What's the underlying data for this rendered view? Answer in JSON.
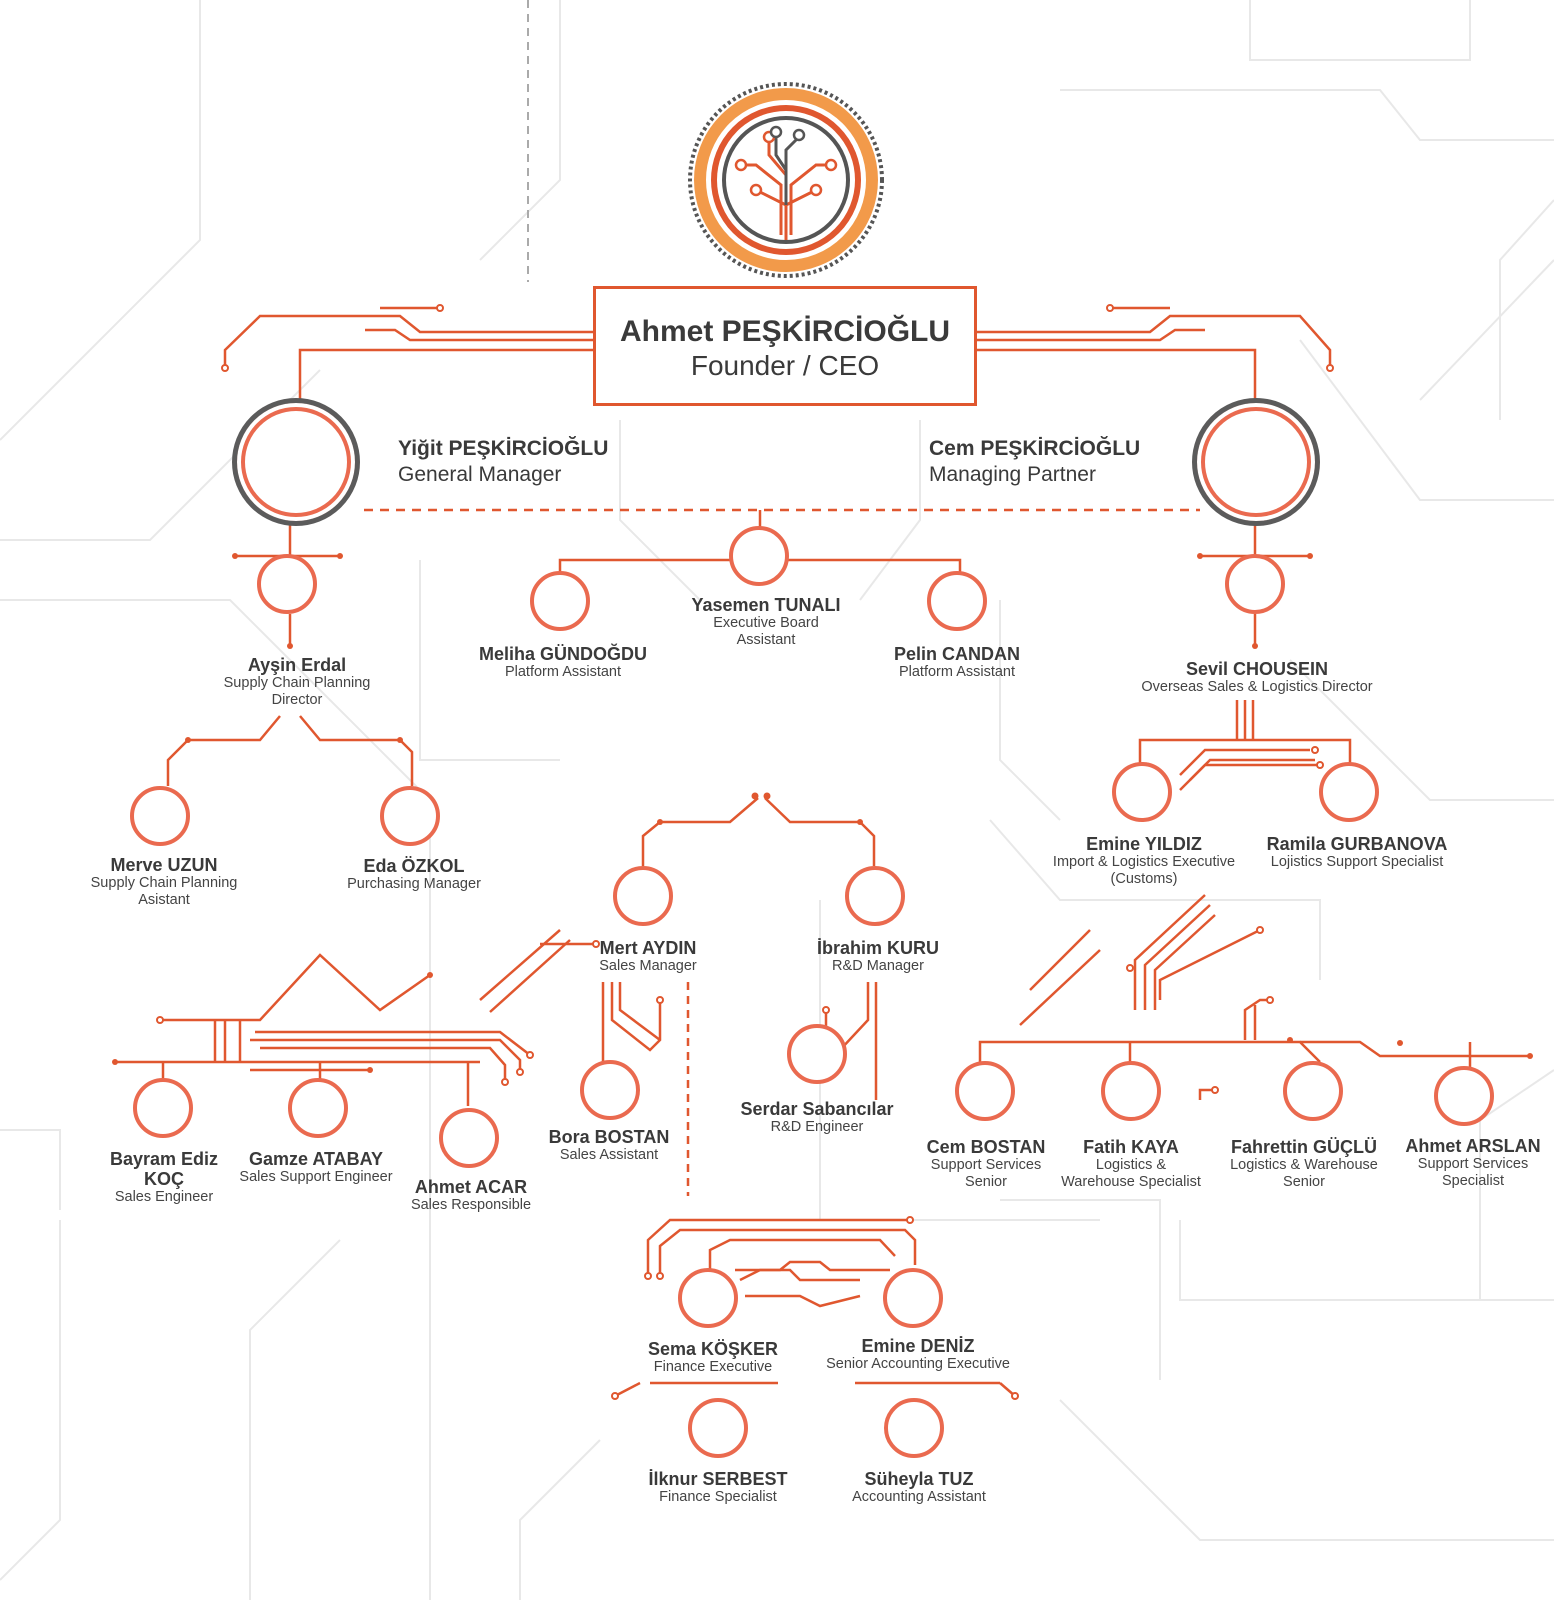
{
  "colors": {
    "accent": "#e0572f",
    "accent_light": "#f29a4a",
    "dark": "#5b5b5b",
    "bg_lines": "#e6e6e6"
  },
  "icons": {
    "logo": "circuit-tree-logo-icon",
    "node": "circle-node-icon"
  },
  "ceo": {
    "name": "Ahmet PEŞKİRCİOĞLU",
    "role": "Founder / CEO"
  },
  "general_manager": {
    "name": "Yiğit PEŞKİRCİOĞLU",
    "role": "General Manager"
  },
  "managing_partner": {
    "name": "Cem PEŞKİRCİOĞLU",
    "role": "Managing Partner"
  },
  "people": [
    {
      "id": "aysin",
      "name": "Ayşin Erdal",
      "role": [
        "Supply Chain Planning",
        "Director"
      ]
    },
    {
      "id": "yasemen",
      "name": "Yasemen TUNALI",
      "role": [
        "Executive Board",
        "Assistant"
      ]
    },
    {
      "id": "meliha",
      "name": "Meliha GÜNDOĞDU",
      "role": [
        "Platform Assistant"
      ]
    },
    {
      "id": "pelin",
      "name": "Pelin CANDAN",
      "role": [
        "Platform Assistant"
      ]
    },
    {
      "id": "sevil",
      "name": "Sevil CHOUSEIN",
      "role": [
        "Overseas Sales & Logistics Director"
      ]
    },
    {
      "id": "merve",
      "name": "Merve UZUN",
      "role": [
        "Supply Chain Planning",
        "Asistant"
      ]
    },
    {
      "id": "eda",
      "name": "Eda ÖZKOL",
      "role": [
        "Purchasing Manager"
      ]
    },
    {
      "id": "emine_y",
      "name": "Emine YILDIZ",
      "role": [
        "Import & Logistics Executive",
        "(Customs)"
      ]
    },
    {
      "id": "ramila",
      "name": "Ramila GURBANOVA",
      "role": [
        "Lojistics Support Specialist"
      ]
    },
    {
      "id": "mert",
      "name": "Mert AYDIN",
      "role": [
        "Sales Manager"
      ]
    },
    {
      "id": "ibrahim",
      "name": "İbrahim KURU",
      "role": [
        "R&D Manager"
      ]
    },
    {
      "id": "bayram",
      "name": "Bayram Ediz KOÇ",
      "role": [
        "Sales Engineer"
      ]
    },
    {
      "id": "gamze",
      "name": "Gamze ATABAY",
      "role": [
        "Sales Support Engineer"
      ]
    },
    {
      "id": "ahmet_a",
      "name": "Ahmet ACAR",
      "role": [
        "Sales Responsible"
      ]
    },
    {
      "id": "bora",
      "name": "Bora BOSTAN",
      "role": [
        "Sales Assistant"
      ]
    },
    {
      "id": "serdar",
      "name": "Serdar Sabancılar",
      "role": [
        "R&D Engineer"
      ]
    },
    {
      "id": "cem_b",
      "name": "Cem BOSTAN",
      "role": [
        "Support Services",
        "Senior"
      ]
    },
    {
      "id": "fatih",
      "name": "Fatih KAYA",
      "role": [
        "Logistics &",
        "Warehouse Specialist"
      ]
    },
    {
      "id": "fahrettin",
      "name": "Fahrettin GÜÇLÜ",
      "role": [
        "Logistics & Warehouse",
        "Senior"
      ]
    },
    {
      "id": "ahmet_ar",
      "name": "Ahmet ARSLAN",
      "role": [
        "Support Services",
        "Specialist"
      ]
    },
    {
      "id": "sema",
      "name": "Sema KÖŞKER",
      "role": [
        "Finance Executive"
      ]
    },
    {
      "id": "emine_d",
      "name": "Emine DENİZ",
      "role": [
        "Senior Accounting Executive"
      ]
    },
    {
      "id": "ilknur",
      "name": "İlknur SERBEST",
      "role": [
        "Finance Specialist"
      ]
    },
    {
      "id": "suheyla",
      "name": "Süheyla TUZ",
      "role": [
        "Accounting Assistant"
      ]
    }
  ]
}
